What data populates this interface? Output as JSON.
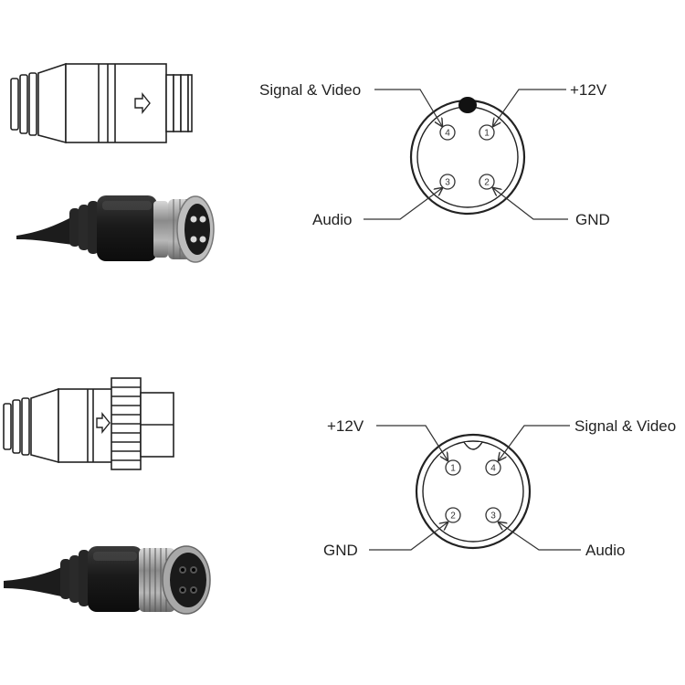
{
  "diagrams": [
    {
      "connector": "male",
      "labels": {
        "signal_video": "Signal & Video",
        "power": "+12V",
        "audio": "Audio",
        "ground": "GND"
      },
      "pins": [
        "1",
        "2",
        "3",
        "4"
      ]
    },
    {
      "connector": "female",
      "labels": {
        "signal_video": "Signal & Video",
        "power": "+12V",
        "audio": "Audio",
        "ground": "GND"
      },
      "pins": [
        "1",
        "2",
        "3",
        "4"
      ]
    }
  ],
  "colors": {
    "line": "#333333",
    "cable": "#1e1e1e",
    "metal": "#9a9a9a",
    "text": "#222222"
  }
}
